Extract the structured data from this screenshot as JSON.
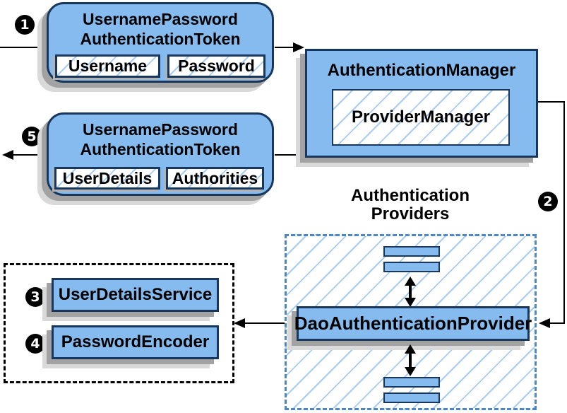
{
  "badges": {
    "step1": "1",
    "step2": "2",
    "step3": "3",
    "step4": "4",
    "step5": "5"
  },
  "request_token": {
    "title_line1": "UsernamePassword",
    "title_line2": "AuthenticationToken",
    "fields": [
      "Username",
      "Password"
    ]
  },
  "auth_manager": {
    "title": "AuthenticationManager",
    "inner": "ProviderManager"
  },
  "result_token": {
    "title_line1": "UsernamePassword",
    "title_line2": "AuthenticationToken",
    "fields": [
      "UserDetails",
      "Authorities"
    ]
  },
  "providers": {
    "title_line1": "Authentication",
    "title_line2": "Providers",
    "main": "DaoAuthenticationProvider"
  },
  "services": [
    "UserDetailsService",
    "PasswordEncoder"
  ],
  "colors": {
    "box_fill": "#85BBEE",
    "box_border": "#17375E",
    "hatch_line": "#A9CCF3",
    "providers_dashed_border": "#4E87C7",
    "services_dashed_border": "#000000",
    "shadow": "#A2A2A2",
    "connector": "#000000",
    "badge_bg": "#000000",
    "badge_text": "#FFFFFF"
  }
}
